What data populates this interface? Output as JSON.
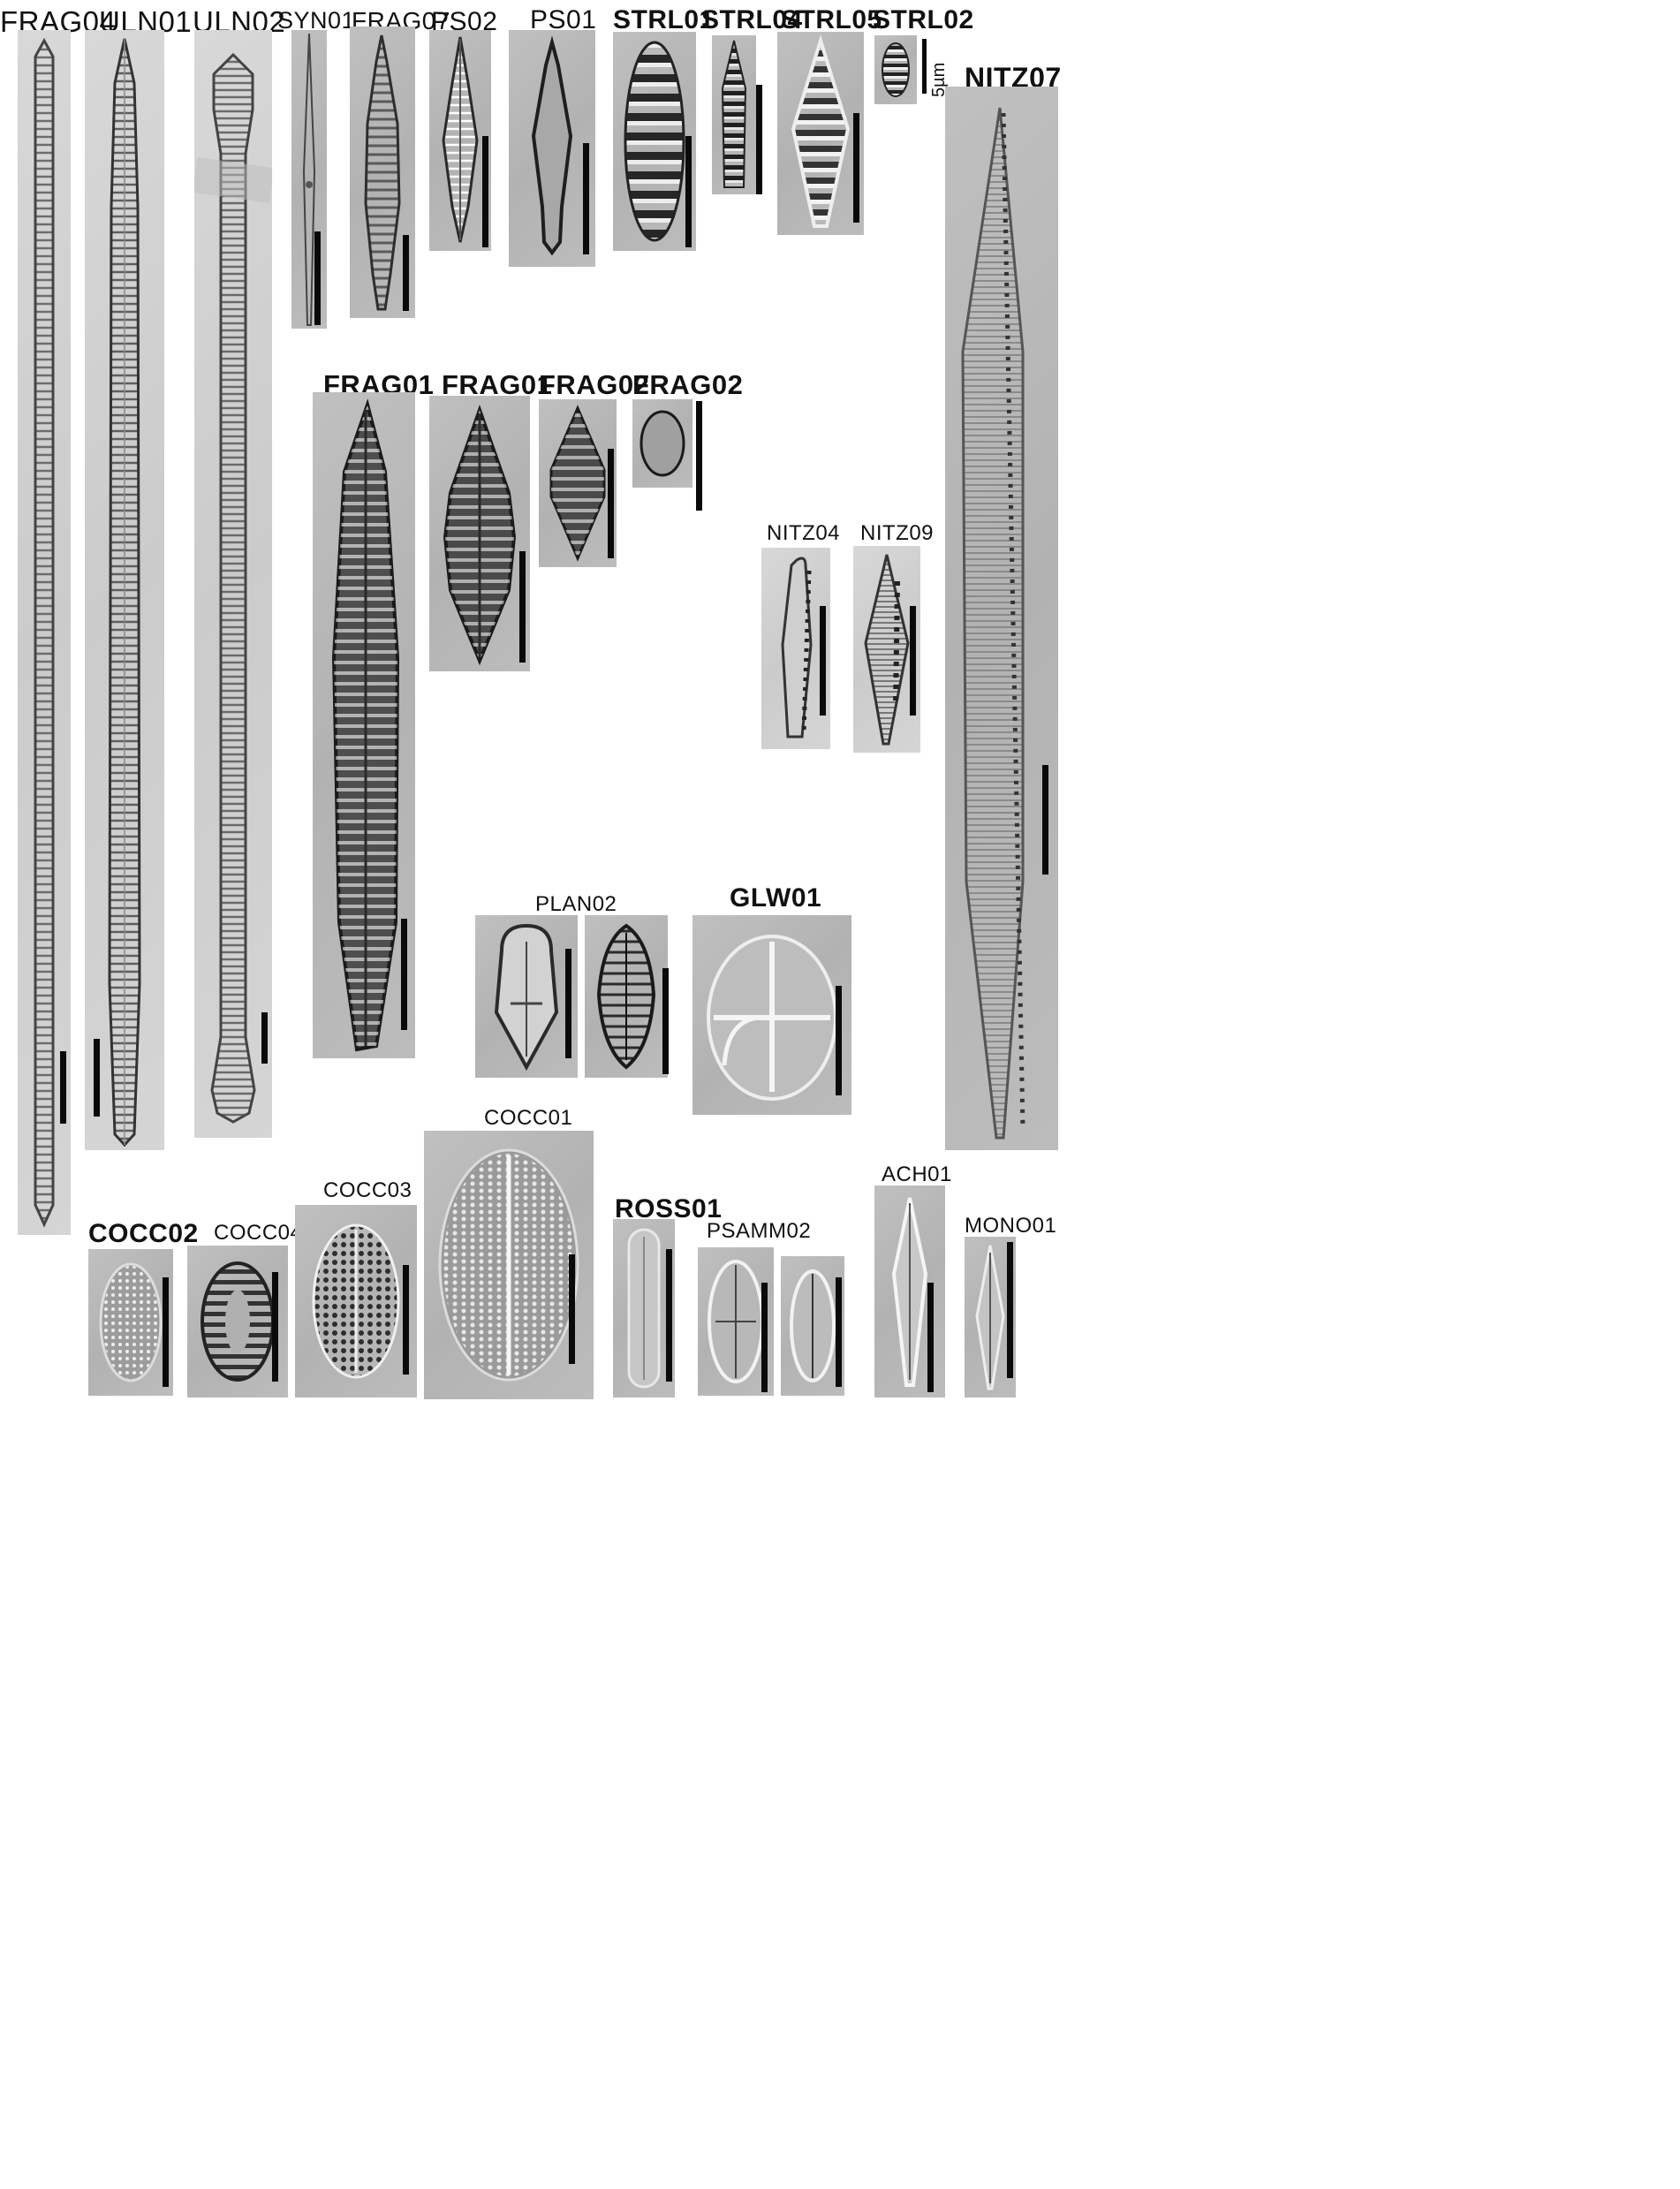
{
  "labels": {
    "frag04": "FRAG04",
    "uln01": "ULN01",
    "uln02": "ULN02",
    "syn01": "SYN01",
    "frag07": "FRAG07",
    "ps02": "PS02",
    "ps01": "PS01",
    "strl01": "STRL01",
    "strl04": "STRL04",
    "strl05": "STRL05",
    "strl02": "STRL02",
    "scale": "5µm",
    "nitz07": "NITZ07",
    "frag01a": "FRAG01",
    "frag01b": "FRAG01",
    "frag02a": "FRAG02",
    "frag02b": "FRAG02",
    "nitz04": "NITZ04",
    "nitz09": "NITZ09",
    "plan02": "PLAN02",
    "glw01": "GLW01",
    "cocc01": "COCC01",
    "cocc02": "COCC02",
    "cocc03": "COCC03",
    "cocc04": "COCC04",
    "ross01": "ROSS01",
    "psamm02": "PSAMM02",
    "ach01": "ACH01",
    "mono01": "MONO01"
  }
}
